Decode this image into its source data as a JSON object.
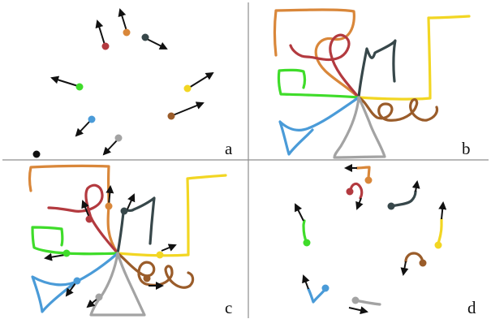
{
  "panels": {
    "a": {
      "label": "a"
    },
    "b": {
      "label": "b"
    },
    "c": {
      "label": "c"
    },
    "d": {
      "label": "d"
    }
  },
  "colors": {
    "orange": "#d9873a",
    "red": "#b33a3f",
    "dark_slate": "#37474a",
    "green": "#3fdc2a",
    "yellow": "#f2d623",
    "brown": "#9a5c2a",
    "blue": "#4a9bd8",
    "gray": "#a3a3a3",
    "black": "#111111",
    "divider": "#8e8e8e"
  }
}
